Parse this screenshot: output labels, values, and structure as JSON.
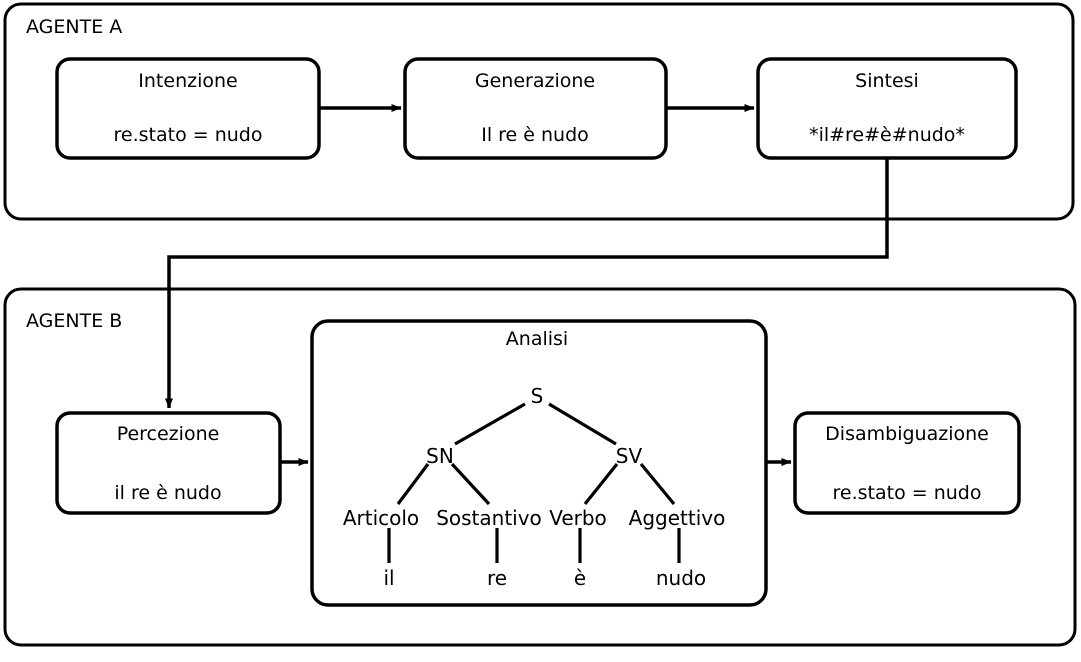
{
  "diagram": {
    "title_agent_a": "AGENTE A",
    "title_agent_b": "AGENTE B",
    "colors": {
      "stroke": "#000000",
      "fill": "#ffffff"
    },
    "agent_a": {
      "label": "AGENTE A",
      "nodes": [
        {
          "title": "Intenzione",
          "sub": "re.stato = nudo"
        },
        {
          "title": "Generazione",
          "sub": "Il re è nudo"
        },
        {
          "title": "Sintesi",
          "sub": "*il#re#è#nudo*"
        }
      ]
    },
    "agent_b": {
      "label": "AGENTE B",
      "nodes": [
        {
          "title": "Percezione",
          "sub": "il re è nudo"
        },
        {
          "title": "Disambiguazione",
          "sub": "re.stato = nudo"
        }
      ],
      "analysis": {
        "title": "Analisi",
        "tree": {
          "root": "S",
          "phrases": [
            "SN",
            "SV"
          ],
          "pos": [
            "Articolo",
            "Sostantivo",
            "Verbo",
            "Aggettivo"
          ],
          "leaves": [
            "il",
            "re",
            "è",
            "nudo"
          ]
        }
      }
    }
  }
}
